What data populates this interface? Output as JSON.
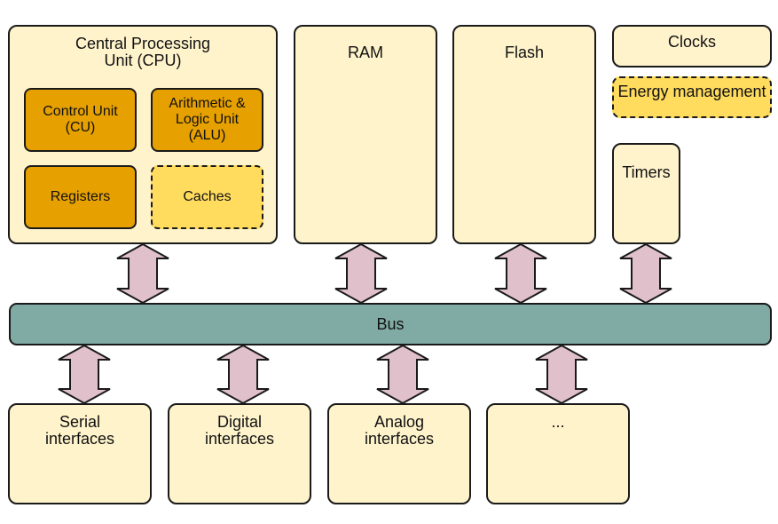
{
  "diagram": {
    "cpu": {
      "title": "Central Processing Unit (CPU)",
      "title_line1": "Central Processing",
      "title_line2": "Unit (CPU)",
      "components": {
        "control_unit": {
          "line1": "Control Unit",
          "line2": "(CU)"
        },
        "alu": {
          "line1": "Arithmetic &",
          "line2": "Logic Unit",
          "line3": "(ALU)"
        },
        "registers": "Registers",
        "caches": "Caches"
      }
    },
    "memory": {
      "ram": "RAM",
      "flash": "Flash"
    },
    "peripherals_top": {
      "clocks": "Clocks",
      "energy_management": "Energy management",
      "timers": "Timers"
    },
    "bus": "Bus",
    "interfaces": [
      {
        "line1": "Serial",
        "line2": "interfaces"
      },
      {
        "line1": "Digital",
        "line2": "interfaces"
      },
      {
        "line1": "Analog",
        "line2": "interfaces"
      },
      {
        "line1": "...",
        "line2": ""
      }
    ],
    "colors": {
      "box_fill": "#fff3cc",
      "cpu_component_fill": "#e6a000",
      "optional_fill": "#ffdb5e",
      "bus_fill": "#80aba4",
      "arrow_fill": "#e0c0ca"
    }
  }
}
